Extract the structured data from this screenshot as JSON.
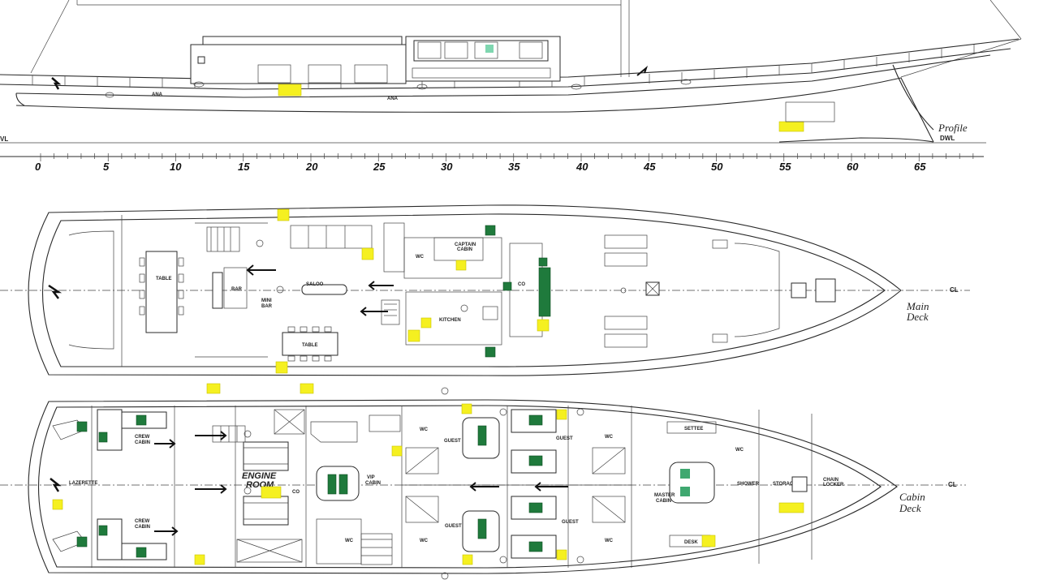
{
  "profile": {
    "title": "Profile",
    "waterline": "DWL",
    "dwl_left": "VL",
    "ana": "ANA"
  },
  "scale": {
    "ticks": [
      "0",
      "5",
      "10",
      "15",
      "20",
      "25",
      "30",
      "35",
      "40",
      "45",
      "50",
      "55",
      "60",
      "65"
    ]
  },
  "main_deck": {
    "title_line1": "Main",
    "title_line2": "Deck",
    "centerline": "CL",
    "labels": {
      "table_aft": "TABLE",
      "bar": "BAR",
      "mini_bar_1": "MINI",
      "mini_bar_2": "BAR",
      "saloon": "SALOO",
      "table": "TABLE",
      "kitchen": "KITCHEN",
      "captain_1": "CAPTAIN",
      "captain_2": "CABIN",
      "wc": "WC",
      "cockpit": "CO"
    }
  },
  "cabin_deck": {
    "title_line1": "Cabin",
    "title_line2": "Deck",
    "centerline": "CL",
    "labels": {
      "lazarette": "LAZERETTE",
      "crew_cabin_top_1": "CREW",
      "crew_cabin_top_2": "CABIN",
      "crew_cabin_bot_1": "CREW",
      "crew_cabin_bot_2": "CABIN",
      "engine_1": "ENGINE",
      "engine_2": "ROOM",
      "co2": "CO",
      "vip_1": "VIP",
      "vip_2": "CABIN",
      "guest_tl": "GUEST",
      "guest_tr": "GUEST",
      "guest_bl": "GUEST",
      "guest_br": "GUEST",
      "master_1": "MASTER",
      "master_2": "CABIN",
      "settee": "SETTEE",
      "desk": "DESK",
      "shower": "SHOWER",
      "storage": "STORAGE",
      "chain_1": "CHAIN",
      "chain_2": "LOCKER",
      "wc": "WC"
    }
  },
  "colors": {
    "safety_yellow": "#f5f020",
    "safety_green": "#1f7a3c",
    "line": "#2a2a2a"
  }
}
